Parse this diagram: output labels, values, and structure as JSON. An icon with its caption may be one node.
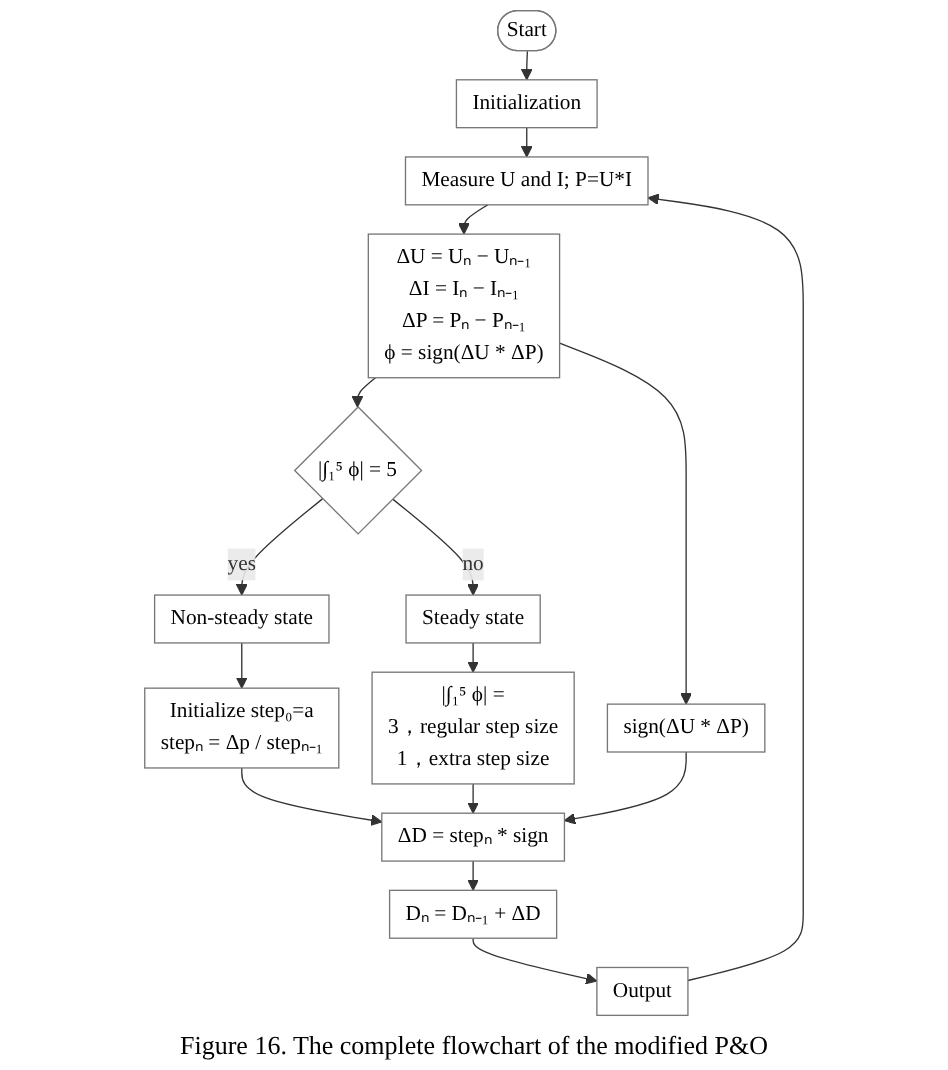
{
  "diagram": {
    "caption": "Figure 16. The complete flowchart of the modified P&O",
    "nodes": [
      {
        "text": [
          "Start"
        ]
      },
      {
        "text": [
          "Initialization"
        ]
      },
      {
        "text": [
          "Measure U and I; P=U*I"
        ]
      },
      {
        "text": [
          "ΔU = Uₙ − Uₙ₋₁",
          "ΔI = Iₙ − Iₙ₋₁",
          "ΔP = Pₙ − Pₙ₋₁",
          "ϕ = sign(ΔU * ΔP)"
        ]
      },
      {
        "text": [
          "|∫₁⁵ ϕ| = 5"
        ]
      },
      {
        "text": [
          "Non-steady state"
        ]
      },
      {
        "text": [
          "Steady state"
        ]
      },
      {
        "text": [
          "sign(ΔU * ΔP)"
        ]
      },
      {
        "text": [
          "Initialize step₀=a",
          "stepₙ = Δp / stepₙ₋₁"
        ]
      },
      {
        "text": [
          "|∫₁⁵ ϕ| =",
          "3，regular step size",
          "1，extra step size"
        ]
      },
      {
        "text": [
          "ΔD = stepₙ * sign"
        ]
      },
      {
        "text": [
          "Dₙ = Dₙ₋₁ + ΔD"
        ]
      },
      {
        "text": [
          "Output"
        ]
      }
    ],
    "edges": [
      {
        "from": 0,
        "to": 1,
        "arrow": "to"
      },
      {
        "from": 1,
        "to": 2,
        "arrow": "to"
      },
      {
        "from": 2,
        "to": 3,
        "arrow": "to"
      },
      {
        "from": 3,
        "to": 4,
        "arrow": "to"
      },
      {
        "from": 3,
        "to": 7,
        "arrow": "to"
      },
      {
        "from": 4,
        "to": 5,
        "label": "yes",
        "arrow": "to"
      },
      {
        "from": 4,
        "to": 6,
        "label": "no",
        "arrow": "to"
      },
      {
        "from": 5,
        "to": 8,
        "arrow": "to"
      },
      {
        "from": 6,
        "to": 9,
        "arrow": "to"
      },
      {
        "from": 8,
        "to": 10,
        "arrow": "to"
      },
      {
        "from": 9,
        "to": 10,
        "arrow": "to"
      },
      {
        "from": 7,
        "to": 10,
        "arrow": "to"
      },
      {
        "from": 10,
        "to": 11,
        "arrow": "to"
      },
      {
        "from": 11,
        "to": 12,
        "arrow": "to"
      },
      {
        "from": 12,
        "to": 2,
        "arrow": "to"
      }
    ]
  }
}
